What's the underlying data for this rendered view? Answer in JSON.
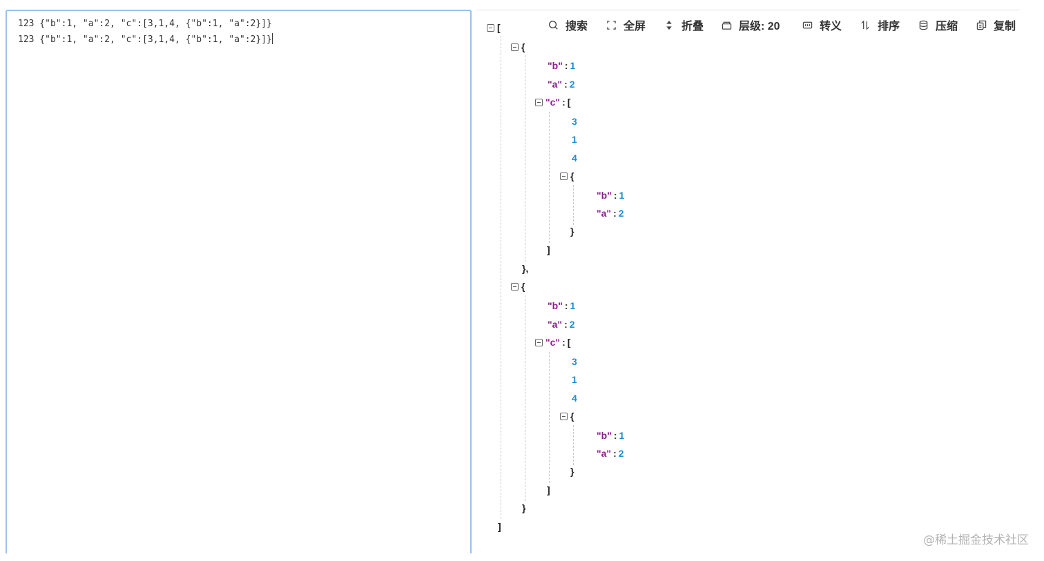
{
  "editor": {
    "lines": [
      "123 {\"b\":1, \"a\":2, \"c\":[3,1,4, {\"b\":1, \"a\":2}]}",
      "123 {\"b\":1, \"a\":2, \"c\":[3,1,4, {\"b\":1, \"a\":2}]}"
    ]
  },
  "toolbar": {
    "search": "搜索",
    "fullscreen": "全屏",
    "collapse": "折叠",
    "level": "层级: 20",
    "escape": "转义",
    "sort": "排序",
    "compress": "压缩",
    "copy": "复制"
  },
  "tree": {
    "root_open": "[",
    "root_close": "]",
    "obj_open": "{",
    "obj_close": "}",
    "obj_close_comma": "},",
    "arr_open": "[",
    "arr_close": "]",
    "key_b": "\"b\"",
    "key_a": "\"a\"",
    "key_c": "\"c\"",
    "colon": ":",
    "v1": "1",
    "v2": "2",
    "v3": "3",
    "v4": "4"
  },
  "watermark": "@稀土掘金技术社区",
  "colors": {
    "key": "#8b1f8e",
    "number": "#1e8fd0",
    "editor_border": "#9cc0ec"
  }
}
